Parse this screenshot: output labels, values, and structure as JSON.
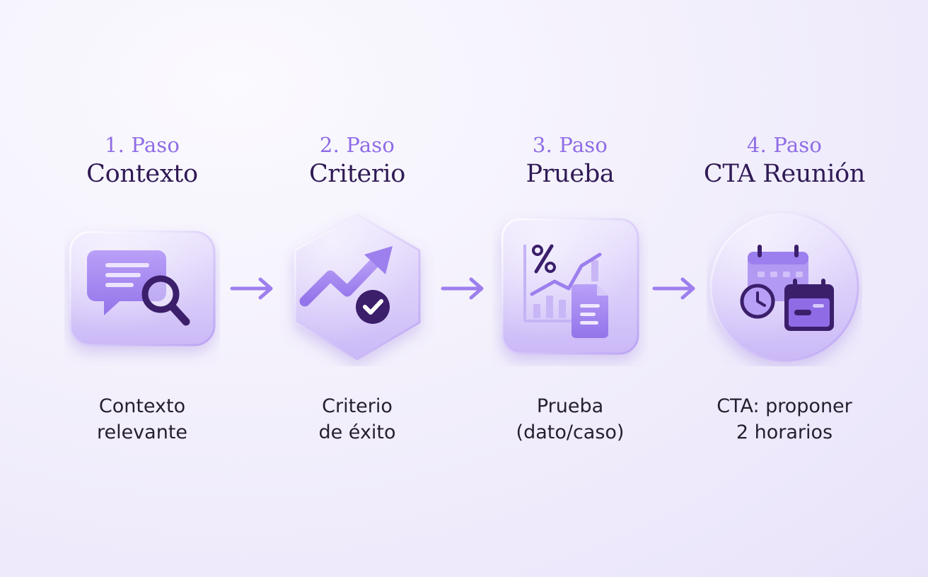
{
  "steps": [
    {
      "number_label": "1. Paso",
      "title": "Contexto",
      "desc_line1": "Contexto",
      "desc_line2": "relevante",
      "icon": "chat-search-icon"
    },
    {
      "number_label": "2. Paso",
      "title": "Criterio",
      "desc_line1": "Criterio",
      "desc_line2": "de éxito",
      "icon": "trend-check-icon"
    },
    {
      "number_label": "3. Paso",
      "title": "Prueba",
      "desc_line1": "Prueba",
      "desc_line2": "(dato/caso)",
      "icon": "chart-document-icon"
    },
    {
      "number_label": "4. Paso",
      "title": "CTA Reunión",
      "desc_line1": "CTA: proponer",
      "desc_line2": "2 horarios",
      "icon": "calendar-clock-icon"
    }
  ],
  "colors": {
    "accent": "#8f6ce6",
    "title": "#2f1a55",
    "text": "#26202e",
    "icon_dark": "#3b1f6b",
    "icon_light": "#a88cf2",
    "arrow": "#9d7fee"
  }
}
